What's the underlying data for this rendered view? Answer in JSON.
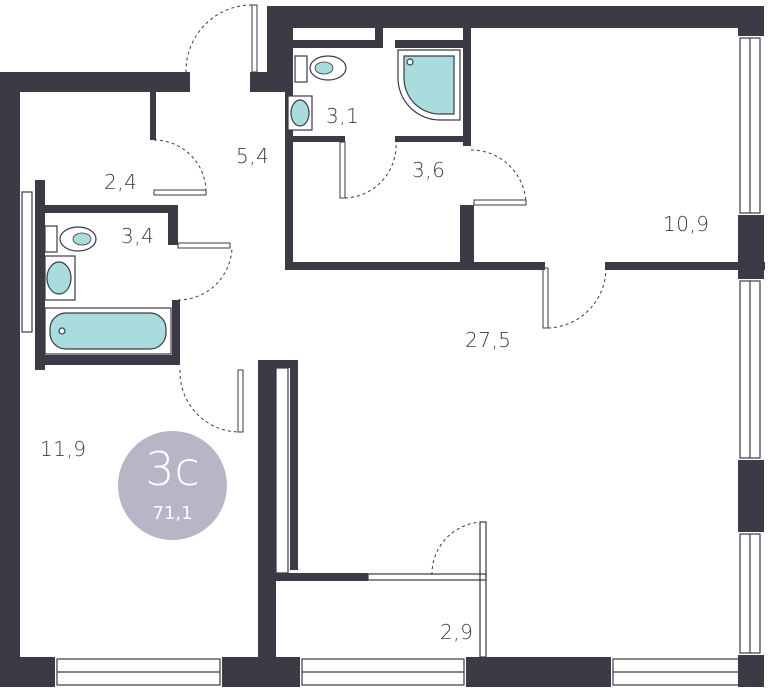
{
  "plan": {
    "apartment_type": "3с",
    "total_area": "71,1",
    "rooms": [
      {
        "id": "hall-small",
        "area": "2,4"
      },
      {
        "id": "corridor",
        "area": "5,4"
      },
      {
        "id": "bathroom-top",
        "area": "3,1"
      },
      {
        "id": "storage",
        "area": "3,6"
      },
      {
        "id": "bedroom-right",
        "area": "10,9"
      },
      {
        "id": "bathroom-left",
        "area": "3,4"
      },
      {
        "id": "living-kitchen",
        "area": "27,5"
      },
      {
        "id": "bedroom-left",
        "area": "11,9"
      },
      {
        "id": "balcony",
        "area": "2,9"
      }
    ],
    "colors": {
      "wall": "#3b3a45",
      "badge": "#b7b6c6",
      "fixture_fill": "#a9dcdc",
      "text": "#3a3a44"
    }
  }
}
